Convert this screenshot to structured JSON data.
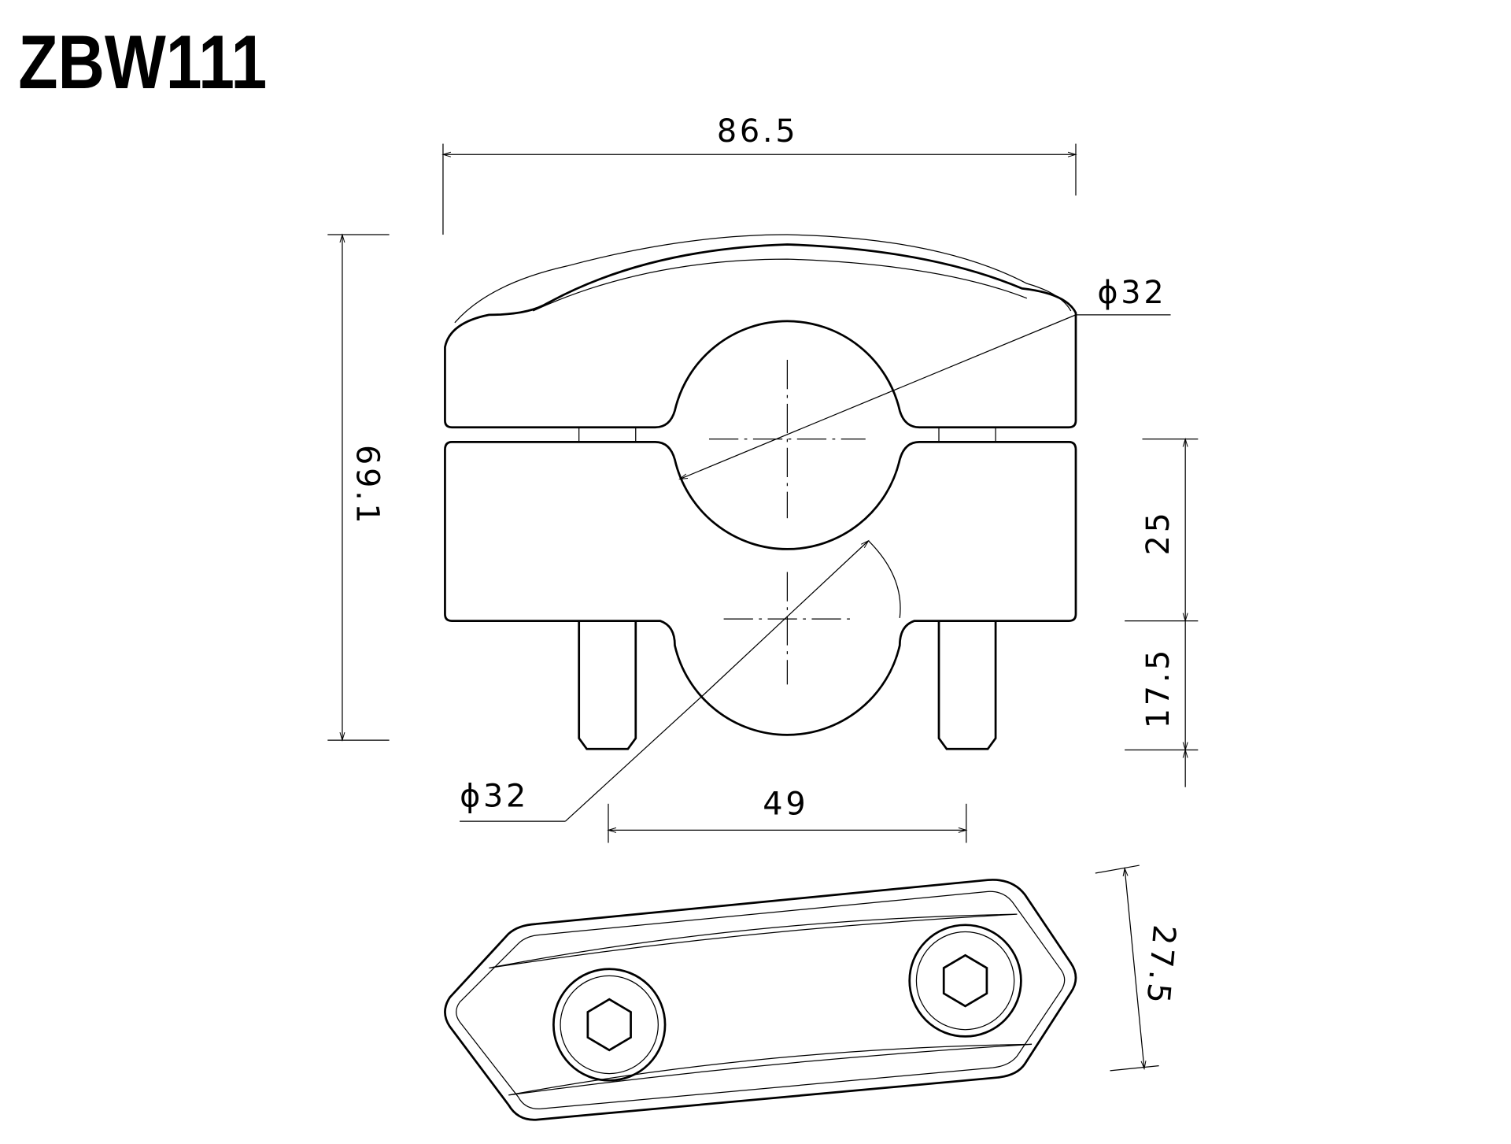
{
  "title": "ZBW111",
  "dimensions": {
    "overall_width": "86.5",
    "overall_height": "69.1",
    "bar_diameter_top": "ϕ32",
    "bar_diameter_bottom": "ϕ32",
    "clamp_height": "25",
    "stud_length": "17.5",
    "stud_spacing": "49",
    "cap_width": "27.5"
  },
  "colors": {
    "line": "#000000",
    "background": "#ffffff"
  }
}
